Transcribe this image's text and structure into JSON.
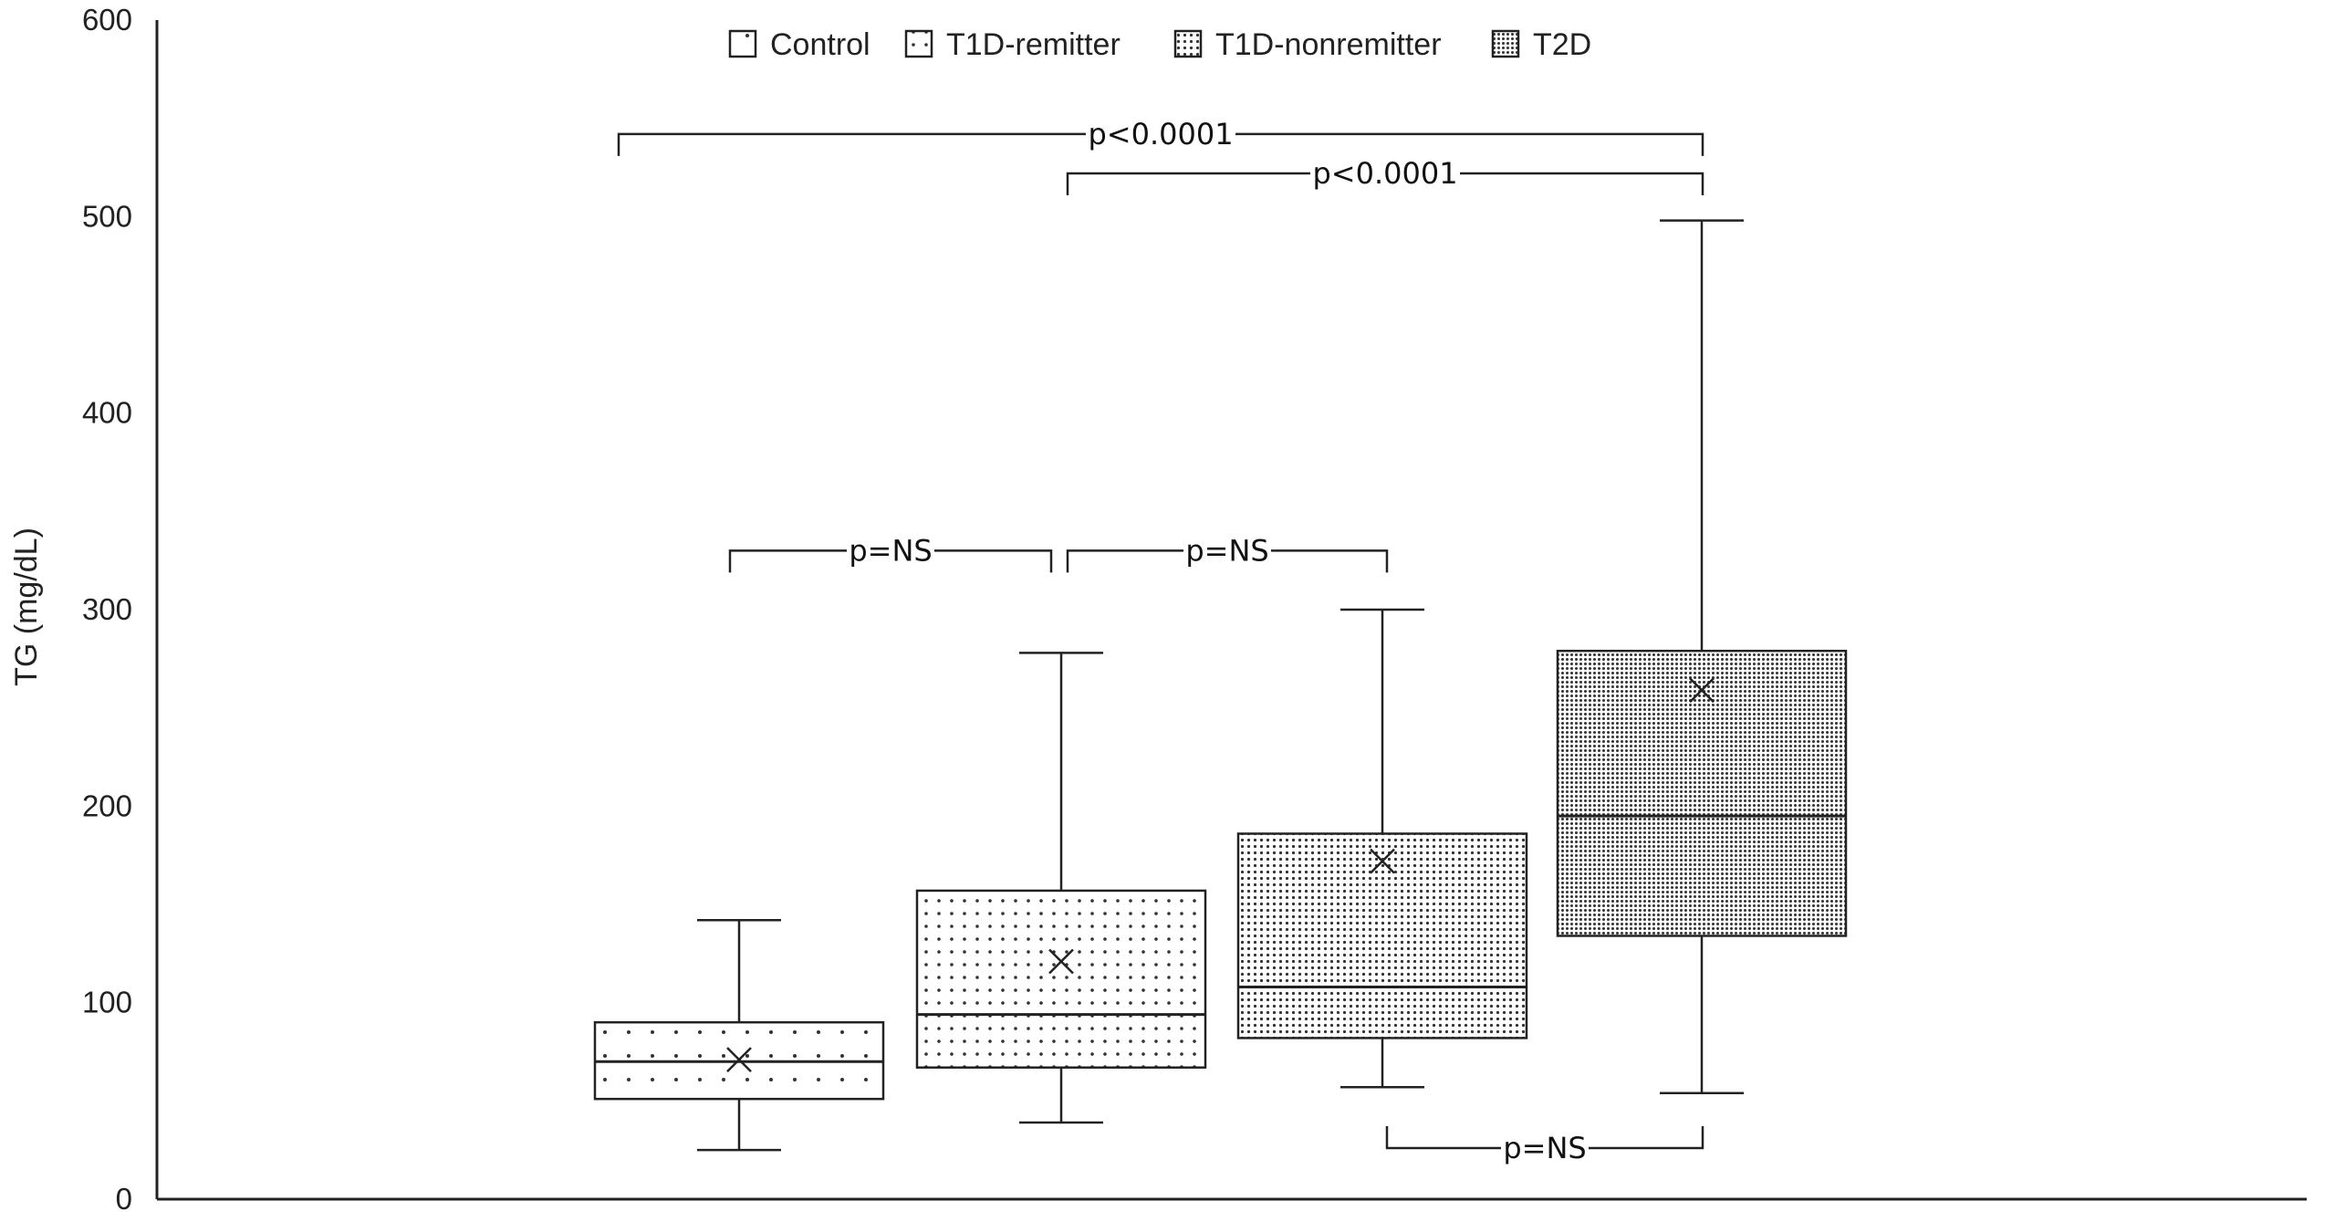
{
  "chart_data": {
    "type": "box",
    "title": "",
    "xlabel": "",
    "ylabel": "TG (mg/dL)",
    "ylim": [
      0,
      600
    ],
    "yticks": [
      0,
      100,
      200,
      300,
      400,
      500,
      600
    ],
    "grid": false,
    "legend_position": "top-center",
    "series": [
      {
        "name": "Control",
        "min": 25,
        "q1": 51,
        "median": 70,
        "q3": 90,
        "max": 142,
        "mean": 71,
        "pattern": "sparse"
      },
      {
        "name": "T1D-remitter",
        "min": 39,
        "q1": 67,
        "median": 94,
        "q3": 157,
        "max": 278,
        "mean": 121,
        "pattern": "medium"
      },
      {
        "name": "T1D-nonremitter",
        "min": 57,
        "q1": 82,
        "median": 108,
        "q3": 186,
        "max": 300,
        "mean": 172,
        "pattern": "dense"
      },
      {
        "name": "T2D",
        "min": 54,
        "q1": 134,
        "median": 195,
        "q3": 279,
        "max": 498,
        "mean": 259,
        "pattern": "densest"
      }
    ],
    "annotations": [
      {
        "from": 0,
        "to": 3,
        "label": "p<0.0001",
        "y": 542,
        "drop": "down"
      },
      {
        "from": 1,
        "to": 3,
        "label": "p<0.0001",
        "y": 522,
        "drop": "down"
      },
      {
        "from": 0,
        "to": 1,
        "label": "p=NS",
        "y": 330,
        "drop": "down"
      },
      {
        "from": 1,
        "to": 2,
        "label": "p=NS",
        "y": 330,
        "drop": "down"
      },
      {
        "from": 2,
        "to": 3,
        "label": "p=NS",
        "y": 26,
        "drop": "up"
      }
    ]
  }
}
